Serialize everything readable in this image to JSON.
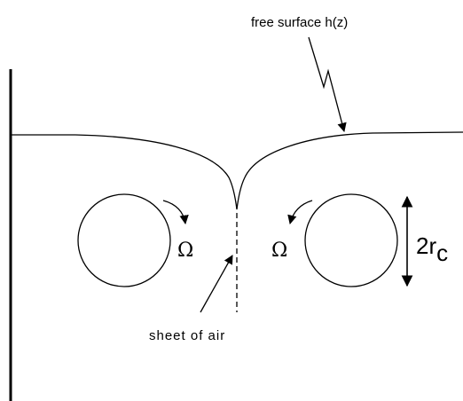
{
  "labels": {
    "free_surface": "free surface h(z)",
    "sheet": "sheet of air",
    "omega_left": "Ω",
    "omega_right": "Ω",
    "radius_main": "2r",
    "radius_sub": "c"
  },
  "colors": {
    "ink": "#000000",
    "background": "#ffffff"
  }
}
